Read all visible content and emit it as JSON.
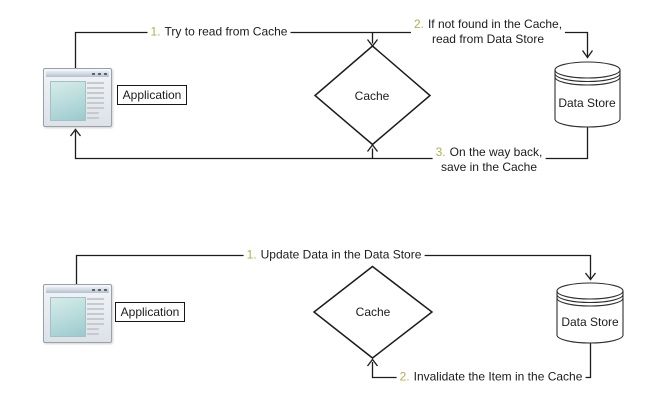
{
  "colors": {
    "line": "#1c1c1c",
    "step_number": "#b1af52",
    "shape_fill": "#ffffff",
    "app_pane_teal": "#b7dadb",
    "window_chrome": "#b4c0ce"
  },
  "icons": {
    "application": "browser-window-icon",
    "cache": "diamond-decision-shape",
    "data_store": "database-cylinder-icon"
  },
  "diagrams": [
    {
      "id": "cache-read-flow",
      "application_label": "Application",
      "cache_label": "Cache",
      "data_store_label": "Data Store",
      "steps": [
        {
          "number": "1.",
          "lines": [
            "Try to read from Cache"
          ]
        },
        {
          "number": "2.",
          "lines": [
            "If not found in the Cache,",
            "read from Data Store"
          ]
        },
        {
          "number": "3.",
          "lines": [
            "On the way back,",
            "save in the Cache"
          ]
        }
      ]
    },
    {
      "id": "cache-invalidation-flow",
      "application_label": "Application",
      "cache_label": "Cache",
      "data_store_label": "Data Store",
      "steps": [
        {
          "number": "1.",
          "lines": [
            "Update Data in the Data Store"
          ]
        },
        {
          "number": "2.",
          "lines": [
            "Invalidate the Item in the Cache"
          ]
        }
      ]
    }
  ]
}
